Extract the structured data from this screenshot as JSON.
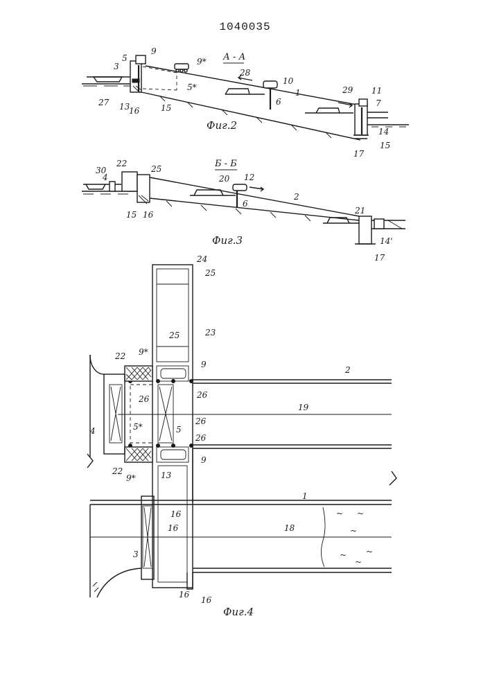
{
  "document": {
    "patent_number": "1040035"
  },
  "fig2": {
    "caption": "Фиг.2",
    "section": "А - А",
    "labels": [
      "9",
      "5",
      "3",
      "9*",
      "28",
      "10",
      "1",
      "29",
      "11",
      "7",
      "27",
      "13",
      "16",
      "15",
      "5*",
      "6",
      "14",
      "15",
      "17"
    ]
  },
  "fig3": {
    "caption": "Фиг.3",
    "section": "Б - Б",
    "labels": [
      "30",
      "4",
      "22",
      "25",
      "20",
      "12",
      "2",
      "21",
      "15",
      "16",
      "6",
      "14'",
      "17"
    ]
  },
  "fig4": {
    "caption": "Фиг.4",
    "labels": [
      "24",
      "25",
      "23",
      "25",
      "22",
      "9*",
      "9",
      "2",
      "26",
      "26",
      "19",
      "4",
      "5*",
      "5",
      "26",
      "26",
      "9",
      "22",
      "9*",
      "13",
      "1",
      "16",
      "16",
      "18",
      "3",
      "16",
      "16"
    ]
  }
}
